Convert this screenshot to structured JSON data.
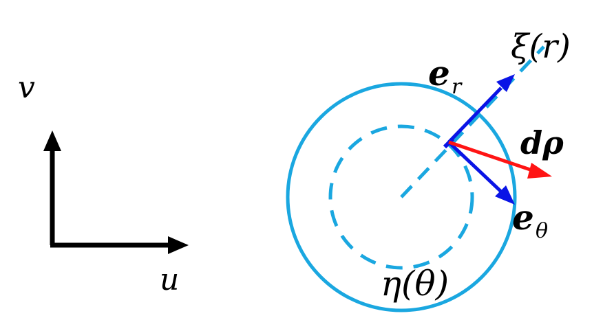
{
  "labels": {
    "axis_v": "v",
    "axis_u": "u",
    "xi": "ξ(r)",
    "e_r_base": "e",
    "e_r_sub": "r",
    "d_rho": "dρ",
    "e_theta_base": "e",
    "e_theta_sub": "θ",
    "eta": "η(θ)"
  },
  "colors": {
    "axes": "#000000",
    "circles": "#1aa7e0",
    "radial_vector": "#0a14e6",
    "tangential_vector": "#0a14e6",
    "drho_vector": "#ff1414",
    "text": "#000000"
  },
  "icons": {
    "v_axis_arrowhead": "arrow-up-icon",
    "u_axis_arrowhead": "arrow-right-icon",
    "er_arrowhead": "arrow-upright-icon",
    "etheta_arrowhead": "arrow-downright-icon",
    "drho_arrowhead": "arrow-right-icon"
  }
}
